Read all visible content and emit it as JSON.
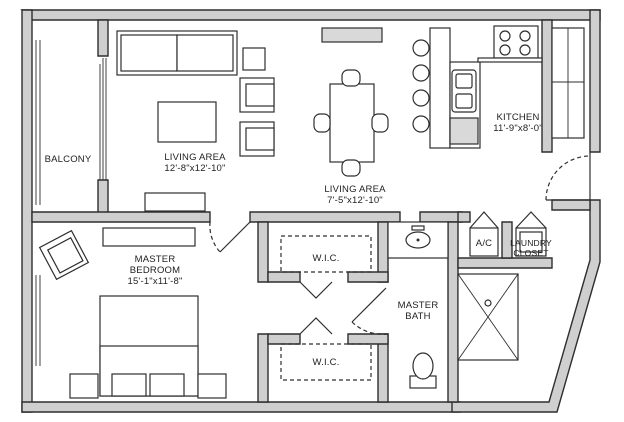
{
  "rooms": {
    "balcony": {
      "name": "BALCONY"
    },
    "living_area_main": {
      "name": "LIVING AREA",
      "size": "12'-8\"x12'-10\""
    },
    "living_area_dining": {
      "name": "LIVING AREA",
      "size": "7'-5\"x12'-10\""
    },
    "kitchen": {
      "name": "KITCHEN",
      "size": "11'-9\"x8'-0\""
    },
    "master_bedroom": {
      "name": "MASTER",
      "name2": "BEDROOM",
      "size": "15'-1\"x11'-8\""
    },
    "wic_upper": {
      "name": "W.I.C."
    },
    "wic_lower": {
      "name": "W.I.C."
    },
    "master_bath": {
      "name": "MASTER",
      "name2": "BATH"
    },
    "ac": {
      "name": "A/C"
    },
    "laundry": {
      "name": "LAUNDRY",
      "name2": "CLOSET"
    }
  }
}
